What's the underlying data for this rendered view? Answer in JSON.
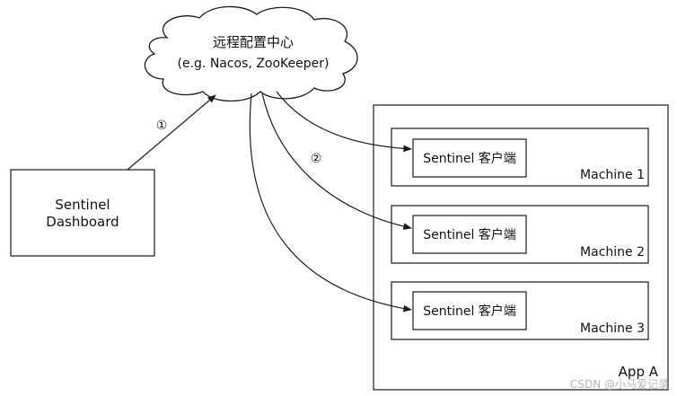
{
  "cloud": {
    "title": "远程配置中心",
    "subtitle": "(e.g. Nacos, ZooKeeper)"
  },
  "dashboard": {
    "line1": "Sentinel",
    "line2": "Dashboard"
  },
  "step_labels": {
    "step1": "①",
    "step2": "②"
  },
  "app": {
    "label": "App A"
  },
  "machines": [
    {
      "label": "Machine 1",
      "client_label": "Sentinel 客户端"
    },
    {
      "label": "Machine 2",
      "client_label": "Sentinel 客户端"
    },
    {
      "label": "Machine 3",
      "client_label": "Sentinel 客户端"
    }
  ],
  "watermark": "CSDN @小马爱记录",
  "colors": {
    "stroke": "#1a1a1a",
    "text": "#111111",
    "watermark": "#b4b4b4"
  }
}
